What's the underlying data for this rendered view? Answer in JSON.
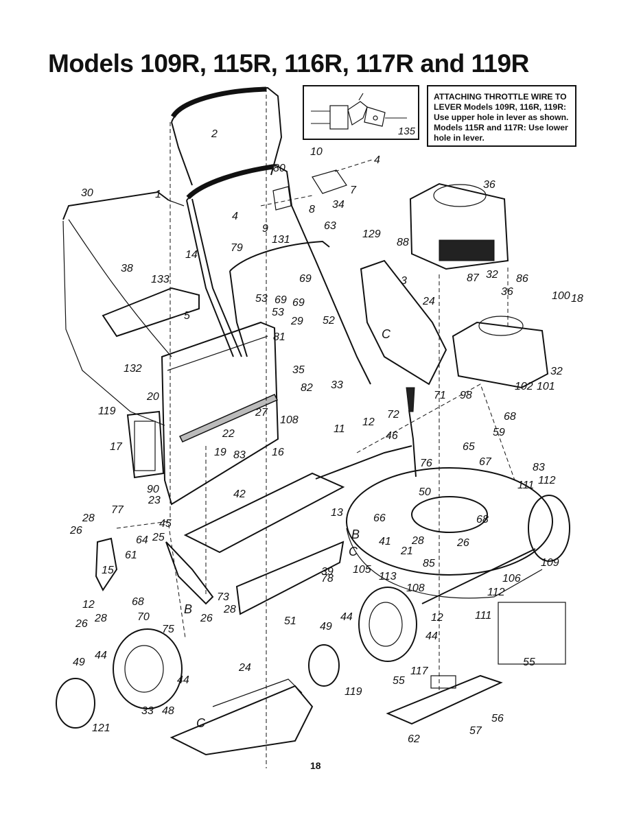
{
  "page": {
    "title": "Models 109R, 115R, 116R, 117R and 119R",
    "page_number": "18"
  },
  "note_box": {
    "text": "ATTACHING THROTTLE WIRE TO LEVER Models 109R, 116R, 119R: Use upper hole in lever as shown. Models 115R and 117R: Use lower hole in lever."
  },
  "inset": {
    "label": "135"
  },
  "part_labels": [
    "1",
    "2",
    "3",
    "4",
    "4",
    "5",
    "7",
    "8",
    "9",
    "10",
    "11",
    "12",
    "12",
    "12",
    "13",
    "14",
    "15",
    "16",
    "17",
    "18",
    "19",
    "20",
    "21",
    "22",
    "23",
    "24",
    "24",
    "25",
    "26",
    "26",
    "26",
    "26",
    "27",
    "28",
    "28",
    "28",
    "28",
    "29",
    "30",
    "32",
    "32",
    "33",
    "33",
    "34",
    "35",
    "36",
    "36",
    "38",
    "39",
    "41",
    "42",
    "44",
    "44",
    "44",
    "44",
    "45",
    "46",
    "48",
    "49",
    "49",
    "50",
    "51",
    "52",
    "53",
    "53",
    "55",
    "55",
    "56",
    "57",
    "59",
    "61",
    "62",
    "63",
    "64",
    "65",
    "66",
    "67",
    "68",
    "68",
    "68",
    "69",
    "69",
    "69",
    "70",
    "71",
    "72",
    "73",
    "75",
    "76",
    "77",
    "78",
    "79",
    "80",
    "81",
    "82",
    "83",
    "83",
    "85",
    "86",
    "87",
    "88",
    "90",
    "98",
    "100",
    "101",
    "102",
    "105",
    "106",
    "108",
    "108",
    "109",
    "111",
    "111",
    "112",
    "112",
    "113",
    "117",
    "119",
    "119",
    "121",
    "129",
    "131",
    "132",
    "133"
  ],
  "cross_refs": [
    "B",
    "B",
    "C",
    "C",
    "C"
  ]
}
